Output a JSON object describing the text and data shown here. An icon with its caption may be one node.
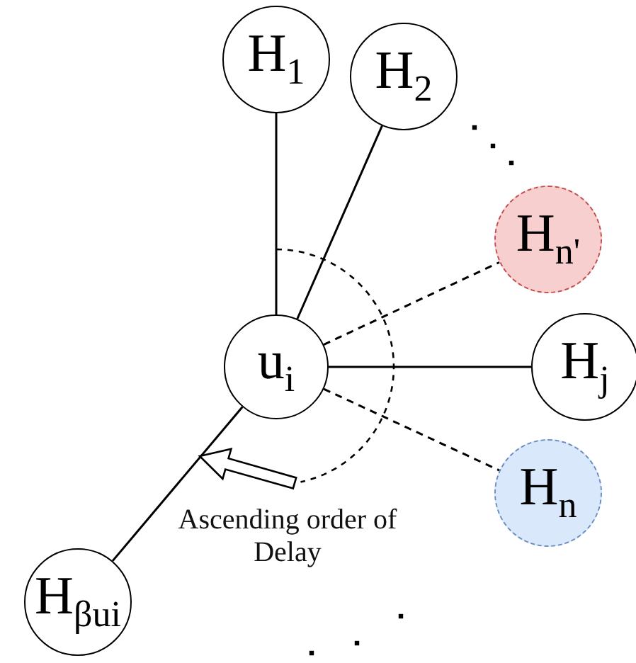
{
  "diagram": {
    "nodes": [
      {
        "text": [
          "H$_{1}$"
        ]
      },
      {
        "text": [
          "H$_{2}$"
        ]
      },
      {
        "text": [
          "H$_{n'}$"
        ]
      },
      {
        "text": [
          "u$_{i}$"
        ]
      },
      {
        "text": [
          "H$_{j}$"
        ]
      },
      {
        "text": [
          "H$_{n}$"
        ]
      },
      {
        "text": [
          "H$_{βui}$"
        ]
      }
    ],
    "edges": [
      {
        "from": 3,
        "to": 0,
        "arrow": "none"
      },
      {
        "from": 3,
        "to": 1,
        "arrow": "none"
      },
      {
        "from": 3,
        "to": 2,
        "arrow": "none",
        "style": "dashed"
      },
      {
        "from": 3,
        "to": 4,
        "arrow": "none"
      },
      {
        "from": 3,
        "to": 5,
        "arrow": "none",
        "style": "dashed"
      },
      {
        "from": 3,
        "to": 6,
        "arrow": "none"
      }
    ],
    "labels": [
      "Ascending order of Delay"
    ]
  }
}
